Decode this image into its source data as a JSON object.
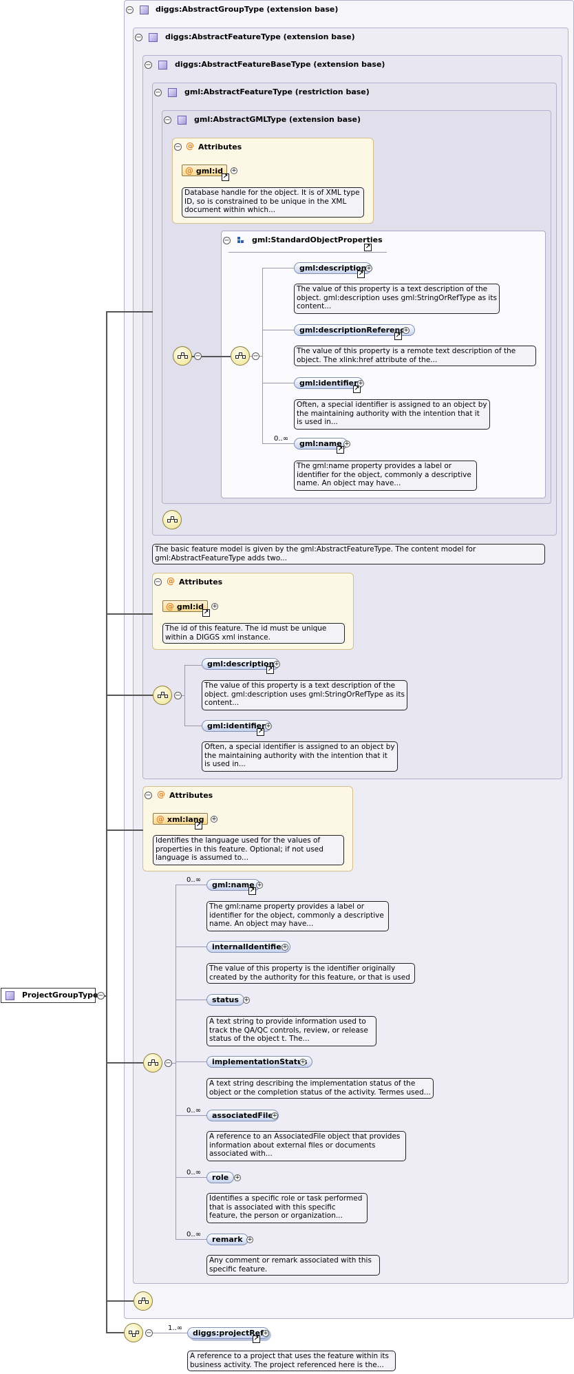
{
  "types": {
    "abstract_group": "diggs:AbstractGroupType (extension base)",
    "abstract_feature": "diggs:AbstractFeatureType (extension base)",
    "abstract_feature_base": "diggs:AbstractFeatureBaseType (extension base)",
    "gml_abstract_feature": "gml:AbstractFeatureType (restriction base)",
    "gml_abstract_gml": "gml:AbstractGMLType (extension base)",
    "standard_object_properties": "gml:StandardObjectProperties"
  },
  "root": {
    "label": "ProjectGroupType"
  },
  "attributes_title": "Attributes",
  "gml_attrs": {
    "id_name": "gml:id",
    "id_doc": "Database handle for the object. It is of XML type ID, so is constrained to be unique in the XML document within which..."
  },
  "standard_props": [
    {
      "name": "gml:description",
      "doc": "The value of this property is a text description of the object. gml:description uses gml:StringOrRefType as its content..."
    },
    {
      "name": "gml:descriptionReference",
      "doc": "The value of this property is a remote text description of the object. The xlink:href attribute of the..."
    },
    {
      "name": "gml:identifier",
      "doc": "Often, a special identifier is assigned to an object by the maintaining authority with the intention that it is used in..."
    },
    {
      "name": "gml:name",
      "doc": "The gml:name property provides a label or identifier for the object, commonly a descriptive name. An object may have...",
      "occurs": "0..∞"
    }
  ],
  "feature_doc": "The basic feature model is given by the gml:AbstractFeatureType. The content model for gml:AbstractFeatureType adds two...",
  "feature_attrs": {
    "id_name": "gml:id",
    "id_doc": "The id of this feature. The id must be unique within a DIGGS xml instance."
  },
  "feature_base_elems": [
    {
      "name": "gml:description",
      "doc": "The value of this property is a text description of the object. gml:description uses gml:StringOrRefType as its content..."
    },
    {
      "name": "gml:identifier",
      "doc": "Often, a special identifier is assigned to an object by the maintaining authority with the intention that it is used in..."
    }
  ],
  "feature_lang": {
    "name": "xml:lang",
    "doc": "Identifies the language used for the values of properties in this feature. Optional; if not used language is assumed to..."
  },
  "feature_elems": [
    {
      "name": "gml:name",
      "occurs": "0..∞",
      "doc": "The gml:name property provides a label or identifier for the object, commonly a descriptive name. An object may have..."
    },
    {
      "name": "internalIdentifier",
      "occurs": "",
      "doc": "The value of this property is the identifier originally created by the authority for this feature, or that is used as..."
    },
    {
      "name": "status",
      "occurs": "",
      "doc": "A text string to provide information used to track the QA/QC controls, review, or release status of the object t. The..."
    },
    {
      "name": "implementationStatus",
      "occurs": "",
      "doc": "A text string describing the implementation status of the object or the completion status of the activity. Termes used..."
    },
    {
      "name": "associatedFile",
      "occurs": "0..∞",
      "doc": "A reference to an AssociatedFile object that provides information about external files or documents associated with..."
    },
    {
      "name": "role",
      "occurs": "0..∞",
      "doc": "Identifies a specific role or task performed that is associated with this specific feature, the person or organization..."
    },
    {
      "name": "remark",
      "occurs": "0..∞",
      "doc": "Any comment or remark associated with this specific feature."
    }
  ],
  "project_ref": {
    "name": "diggs:projectRef",
    "occurs": "1..∞",
    "doc": "A reference to a project that uses the feature within its business activity. The project referenced here is the..."
  },
  "colors": {
    "element_fill": "#c6d3ee",
    "attribute_fill": "#f7d98e",
    "compositor_fill": "#efe28a",
    "panel_border": "#b3b1cc"
  }
}
